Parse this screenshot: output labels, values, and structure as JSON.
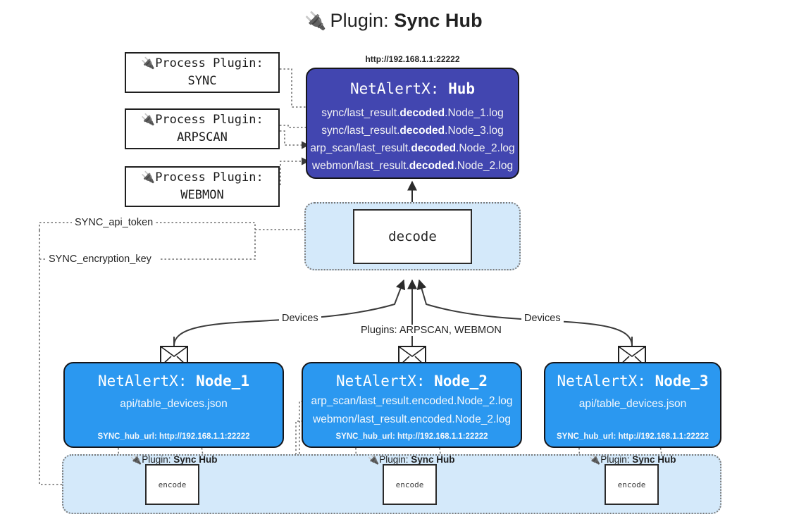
{
  "title": {
    "icon": "plug-icon",
    "prefix": "Plugin: ",
    "name": "Sync Hub"
  },
  "process_plugins": [
    {
      "icon": "plug-icon",
      "line1": "Process Plugin:",
      "line2": "SYNC"
    },
    {
      "icon": "plug-icon",
      "line1": "Process Plugin:",
      "line2": "ARPSCAN"
    },
    {
      "icon": "plug-icon",
      "line1": "Process Plugin:",
      "line2": "WEBMON"
    }
  ],
  "hub": {
    "url": "http://192.168.1.1:22222",
    "title_prefix": "NetAlertX: ",
    "title_name": "Hub",
    "logs": [
      {
        "pre": "sync/last_result.",
        "em": "decoded",
        "post": ".Node_1.log"
      },
      {
        "pre": "sync/last_result.",
        "em": "decoded",
        "post": ".Node_3.log"
      },
      {
        "pre": "arp_scan/last_result.",
        "em": "decoded",
        "post": ".Node_2.log"
      },
      {
        "pre": "webmon/last_result.",
        "em": "decoded",
        "post": ".Node_2.log"
      }
    ]
  },
  "decode": {
    "label": "decode"
  },
  "keys": [
    {
      "label": "SYNC_api_token"
    },
    {
      "label": "SYNC_encryption_key"
    }
  ],
  "edge_labels": {
    "devices_left": "Devices",
    "devices_right": "Devices",
    "plugins_center": "Plugins: ARPSCAN, WEBMON"
  },
  "nodes": [
    {
      "title_prefix": "NetAlertX: ",
      "title_name": "Node_1",
      "lines": [
        "api/table_devices.json"
      ],
      "hub_url_label": "SYNC_hub_url: http://192.168.1.1:22222",
      "envelope_icon": "envelope-icon"
    },
    {
      "title_prefix": "NetAlertX: ",
      "title_name": "Node_2",
      "lines": [
        "arp_scan/last_result.encoded.Node_2.log",
        "webmon/last_result.encoded.Node_2.log"
      ],
      "hub_url_label": "SYNC_hub_url: http://192.168.1.1:22222",
      "envelope_icon": "envelope-icon"
    },
    {
      "title_prefix": "NetAlertX: ",
      "title_name": "Node_3",
      "lines": [
        "api/table_devices.json"
      ],
      "hub_url_label": "SYNC_hub_url: http://192.168.1.1:22222",
      "envelope_icon": "envelope-icon"
    }
  ],
  "encoders": [
    {
      "caption_prefix": "Plugin: ",
      "caption_name": "Sync Hub",
      "label": "encode",
      "icon": "plug-icon"
    },
    {
      "caption_prefix": "Plugin: ",
      "caption_name": "Sync Hub",
      "label": "encode",
      "icon": "plug-icon"
    },
    {
      "caption_prefix": "Plugin: ",
      "caption_name": "Sync Hub",
      "label": "encode",
      "icon": "plug-icon"
    }
  ],
  "colors": {
    "hub": "#4246b0",
    "node": "#2b98f0",
    "group": "#d4e9fa",
    "stroke": "#2b2b2b"
  }
}
